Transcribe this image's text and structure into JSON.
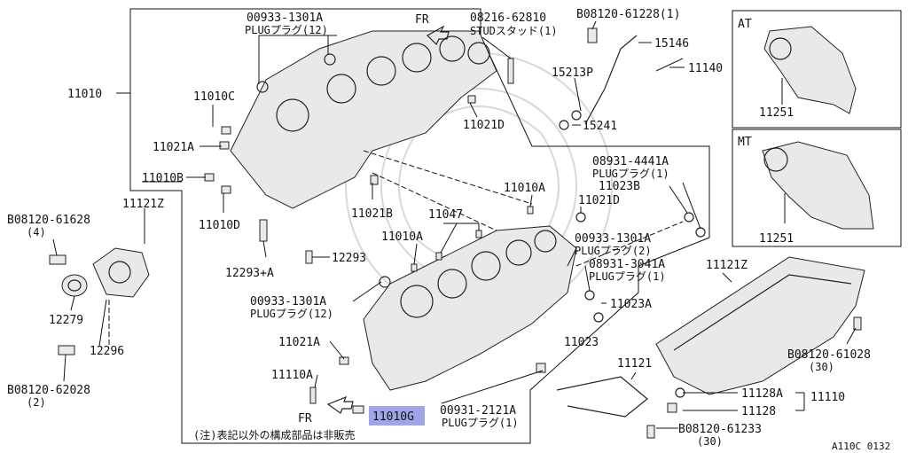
{
  "callouts": {
    "block_upper": "11010",
    "plug12_top_num": "00933-1301A",
    "plug12_top_txt": "PLUGプラグ(12)",
    "fr_top": "FR",
    "stud_num": "08216-62810",
    "stud_txt": "STUDスタッド(1)",
    "bolt_top_num": "B08120-61228(1)",
    "p15146": "15146",
    "p11140": "11140",
    "p15213p": "15213P",
    "p15241": "15241",
    "p11010c": "11010C",
    "p11021a_top": "11021A",
    "p11021d_top": "11021D",
    "p11010b": "11010B",
    "p11010d": "11010D",
    "p11021b": "11021B",
    "p11121z_left": "11121Z",
    "bolt_left_num": "B08120-61628",
    "bolt_left_qty": "(4)",
    "p12293a": "12293+A",
    "p12293": "12293",
    "p12279": "12279",
    "p12296": "12296",
    "bolt_62028_num": "B08120-62028",
    "bolt_62028_qty": "(2)",
    "p11047": "11047",
    "p11010a_mid": "11010A",
    "p11010a_right": "11010A",
    "p11021d_mid": "11021D",
    "plug1_num": "08931-4441A",
    "plug1_txt": "PLUGプラグ(1)",
    "p11023b": "11023B",
    "plug2_num": "00933-1301A",
    "plug2_txt": "PLUGプラグ(2)",
    "plug1b_num": "08931-3041A",
    "plug1b_txt": "PLUGプラグ(1)",
    "plug12_low_num": "00933-1301A",
    "plug12_low_txt": "PLUGプラグ(12)",
    "p11023a": "11023A",
    "p11021a_low": "11021A",
    "p11023": "11023",
    "p11110a": "11110A",
    "fr_low": "FR",
    "p11010g": "11010G",
    "plug_bot_num": "00931-2121A",
    "plug_bot_txt": "PLUGプラグ(1)",
    "footnote": "(注)表記以外の構成部品は非販売",
    "p11121": "11121",
    "p11121z_right": "11121Z",
    "bolt_61028_num": "B08120-61028",
    "bolt_61028_qty": "(30)",
    "p11128a": "11128A",
    "p11110": "11110",
    "p11128": "11128",
    "bolt_61233_num": "B08120-61233",
    "bolt_61233_qty": "(30)",
    "at_label": "AT",
    "at_part": "11251",
    "mt_label": "MT",
    "mt_part": "11251",
    "diagram_code": "A110C 0132"
  }
}
